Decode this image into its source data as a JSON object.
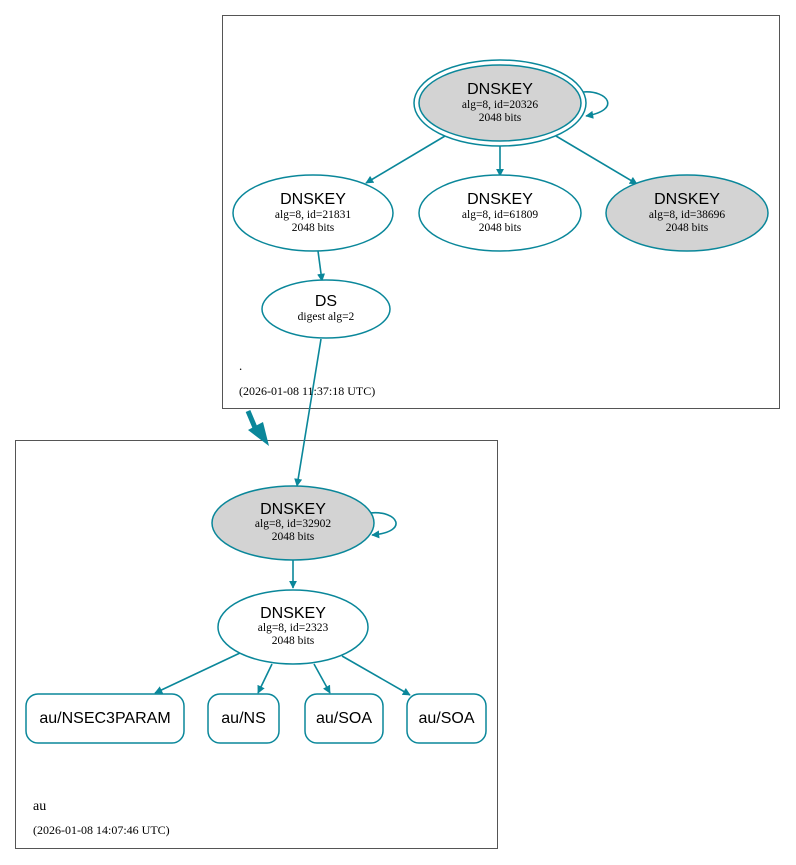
{
  "colors": {
    "edge": "#0a879a",
    "node_stroke": "#0a879a",
    "ksk_fill": "#d3d3d3",
    "zone_border": "#555555"
  },
  "root_zone": {
    "name": ".",
    "timestamp": "(2026-01-08 11:37:18 UTC)",
    "nodes": {
      "ksk_20326": {
        "title": "DNSKEY",
        "line1": "alg=8, id=20326",
        "line2": "2048 bits"
      },
      "zsk_21831": {
        "title": "DNSKEY",
        "line1": "alg=8, id=21831",
        "line2": "2048 bits"
      },
      "key_61809": {
        "title": "DNSKEY",
        "line1": "alg=8, id=61809",
        "line2": "2048 bits"
      },
      "ksk_38696": {
        "title": "DNSKEY",
        "line1": "alg=8, id=38696",
        "line2": "2048 bits"
      },
      "ds": {
        "title": "DS",
        "line1": "digest alg=2"
      }
    }
  },
  "au_zone": {
    "name": "au",
    "timestamp": "(2026-01-08 14:07:46 UTC)",
    "nodes": {
      "ksk_32902": {
        "title": "DNSKEY",
        "line1": "alg=8, id=32902",
        "line2": "2048 bits"
      },
      "zsk_2323": {
        "title": "DNSKEY",
        "line1": "alg=8, id=2323",
        "line2": "2048 bits"
      }
    },
    "records": [
      "au/NSEC3PARAM",
      "au/NS",
      "au/SOA",
      "au/SOA"
    ]
  }
}
